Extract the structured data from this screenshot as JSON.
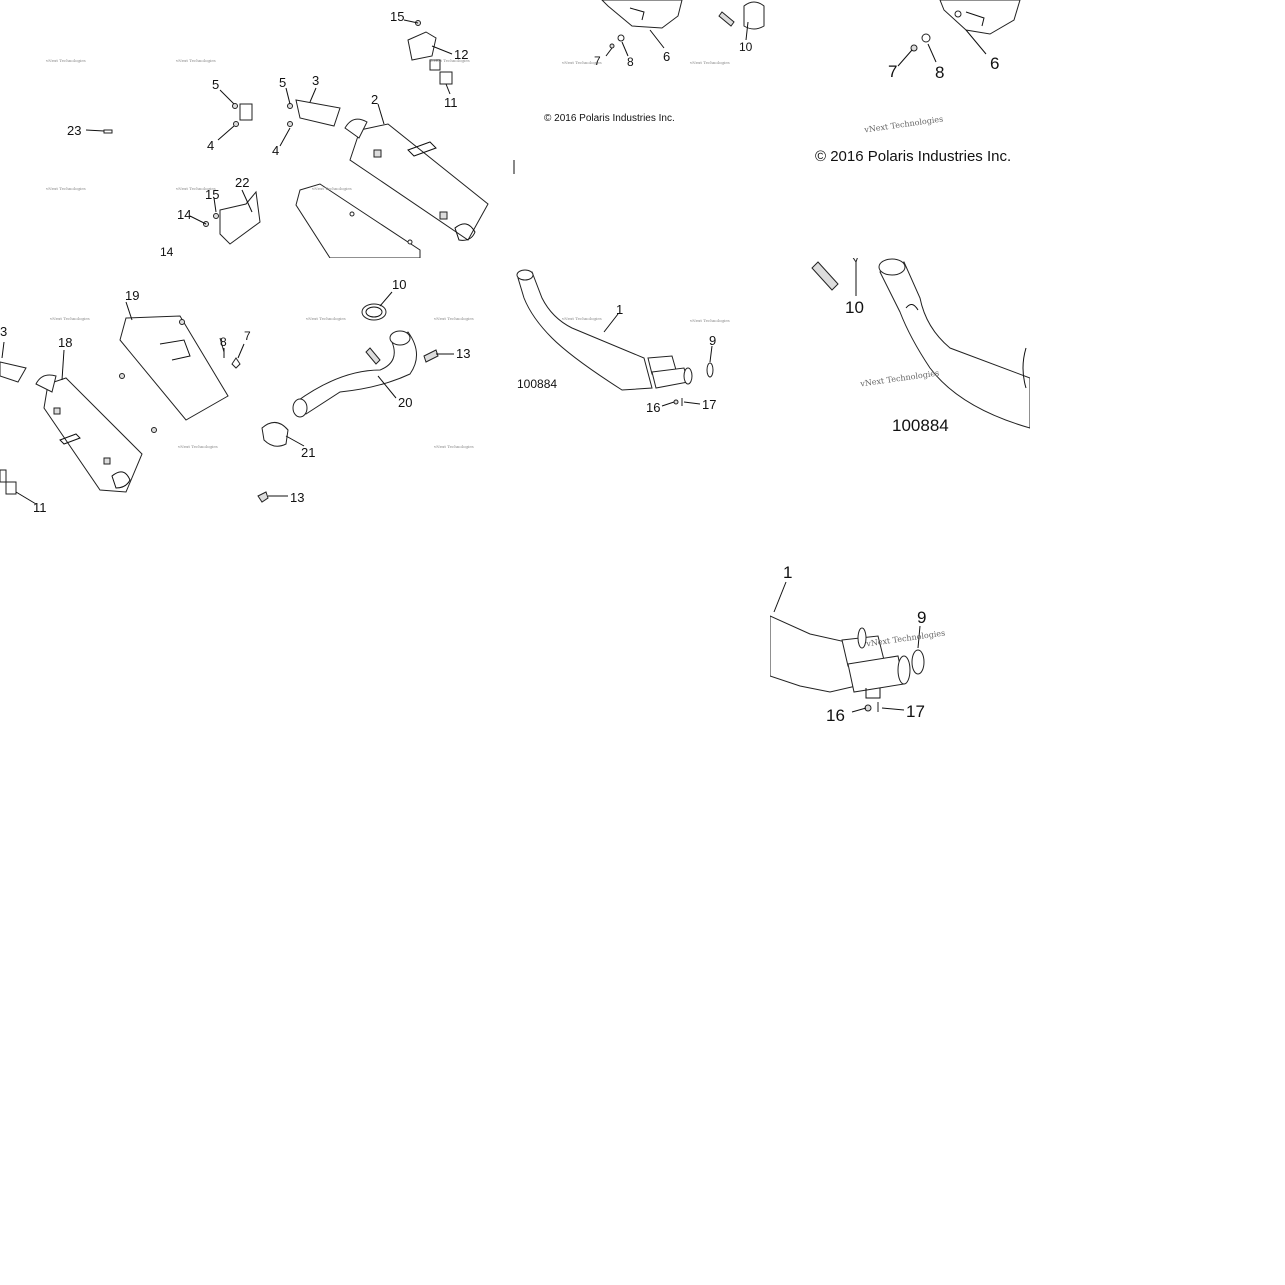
{
  "watermark": "vNext Technologies",
  "copyright": "© 2016 Polaris Industries Inc.",
  "figure_id": "100884",
  "callouts": {
    "c1": "1",
    "c2": "2",
    "c3": "3",
    "c4": "4",
    "c5": "5",
    "c6": "6",
    "c7": "7",
    "c8": "8",
    "c9": "9",
    "c10": "10",
    "c11": "11",
    "c12": "12",
    "c13": "13",
    "c14": "14",
    "c15": "15",
    "c16": "16",
    "c17": "17",
    "c18": "18",
    "c19": "19",
    "c20": "20",
    "c21": "21",
    "c22": "22",
    "c23": "23"
  }
}
